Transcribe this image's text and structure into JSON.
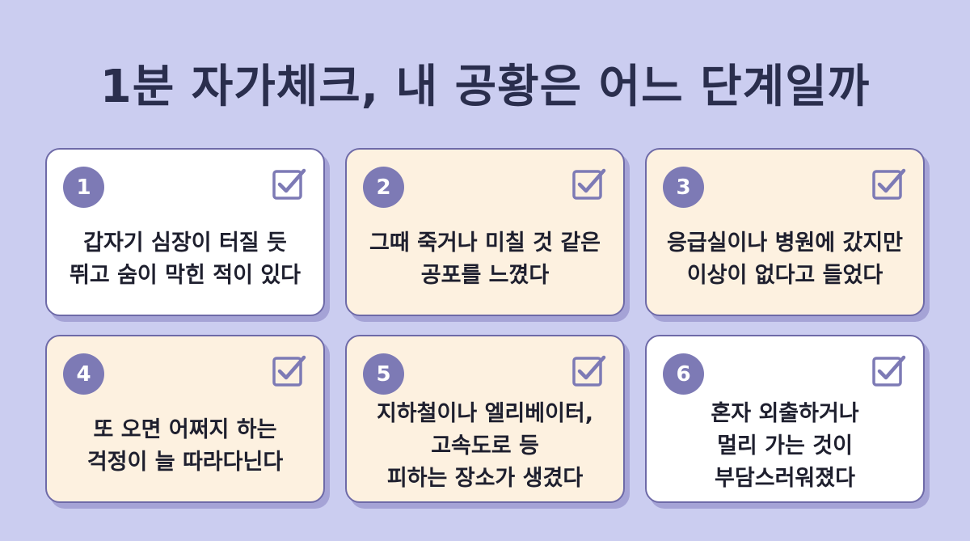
{
  "title": "1분 자가체크, 내 공황은 어느 단계일까",
  "colors": {
    "background": "#cbcdf0",
    "card_white": "#ffffff",
    "card_cream": "#fdf1e0",
    "accent": "#7d7ab5",
    "border": "#6e6aa8"
  },
  "cards": [
    {
      "number": "1",
      "text": "갑자기 심장이 터질 듯\n뛰고 숨이 막힌 적이 있다",
      "style": "white",
      "icon": "checkbox-checked-icon"
    },
    {
      "number": "2",
      "text": "그때 죽거나 미칠 것 같은\n공포를 느꼈다",
      "style": "cream",
      "icon": "checkbox-checked-icon"
    },
    {
      "number": "3",
      "text": "응급실이나 병원에 갔지만\n이상이 없다고 들었다",
      "style": "cream",
      "icon": "checkbox-checked-icon"
    },
    {
      "number": "4",
      "text": "또 오면 어쩌지 하는\n걱정이 늘 따라다닌다",
      "style": "cream",
      "icon": "checkbox-checked-icon"
    },
    {
      "number": "5",
      "text": "지하철이나 엘리베이터,\n고속도로 등\n피하는 장소가 생겼다",
      "style": "cream",
      "icon": "checkbox-checked-icon"
    },
    {
      "number": "6",
      "text": "혼자 외출하거나\n멀리 가는 것이\n부담스러워졌다",
      "style": "white",
      "icon": "checkbox-checked-icon"
    }
  ]
}
